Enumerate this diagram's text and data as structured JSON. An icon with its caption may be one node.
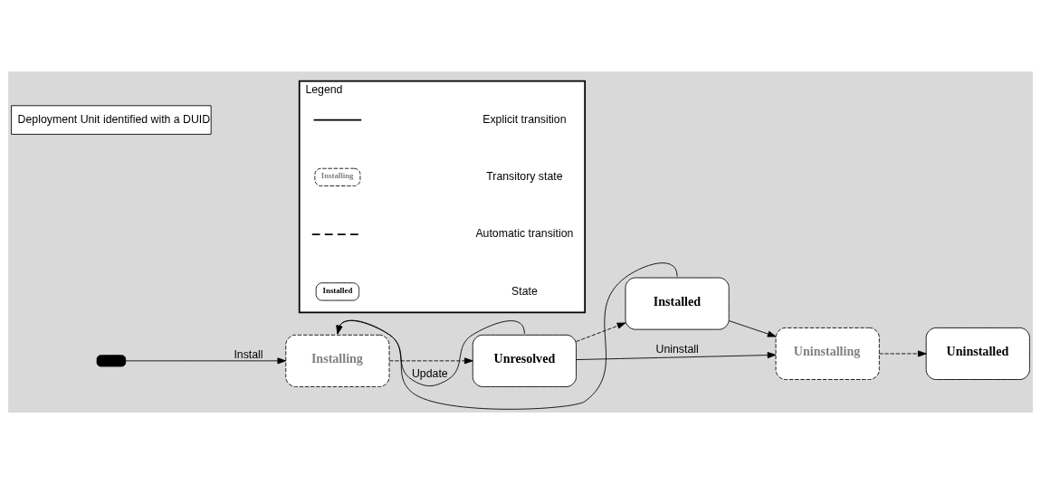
{
  "diagram": {
    "nodes": [
      {
        "text": [],
        "shape": "box"
      },
      {
        "text": [
          "Installing"
        ]
      },
      {
        "text": [
          "Unresolved"
        ]
      },
      {
        "text": [
          "Installed"
        ]
      },
      {
        "text": [
          "Uninstalling"
        ]
      },
      {
        "text": [
          "Uninstalled"
        ]
      },
      {
        "text": [
          "Deployment Unit identified with a DUID"
        ]
      },
      {
        "text": [
          "Legend"
        ]
      }
    ],
    "edges": [
      {
        "from": 0,
        "to": 1,
        "arrow": "to",
        "label": "Install"
      },
      {
        "from": 1,
        "to": 2,
        "arrow": "to",
        "style": "dashed"
      },
      {
        "from": 2,
        "to": 3,
        "arrow": "to",
        "style": "dashed"
      },
      {
        "from": 2,
        "to": 1,
        "arrow": "to",
        "label": "Update"
      },
      {
        "from": 3,
        "to": 1,
        "arrow": "to"
      },
      {
        "from": 2,
        "to": 4,
        "arrow": "to",
        "label": "Uninstall"
      },
      {
        "from": 3,
        "to": 4,
        "arrow": "to"
      },
      {
        "from": 4,
        "to": 5,
        "arrow": "to",
        "style": "dashed"
      }
    ],
    "labels": [
      "Installing",
      "Installed"
    ],
    "legend": [
      {
        "text": "Explicit transition"
      },
      {
        "text": "Transitory state"
      },
      {
        "text": "Automatic transition"
      },
      {
        "text": "State"
      }
    ]
  }
}
